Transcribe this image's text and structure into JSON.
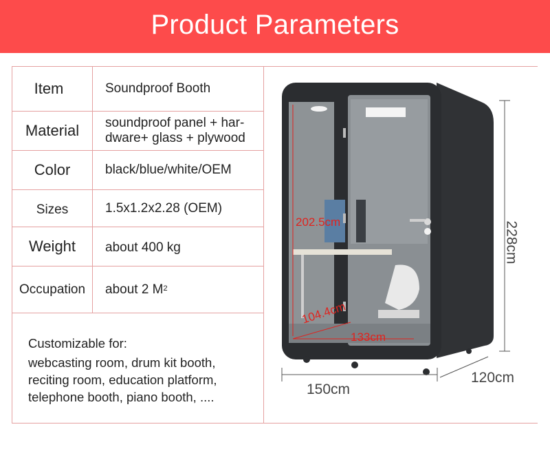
{
  "title": "Product Parameters",
  "specs": [
    {
      "label": "Item",
      "value": "Soundproof Booth"
    },
    {
      "label": "Material",
      "value_line1": "soundproof panel + har-",
      "value_line2": "dware+ glass + plywood"
    },
    {
      "label": "Color",
      "value": "black/blue/white/OEM"
    },
    {
      "label": "Sizes",
      "value": "1.5x1.2x2.28 (OEM)"
    },
    {
      "label": "Weight",
      "value": "about 400 kg"
    },
    {
      "label": "Occupation",
      "value": "about 2 M",
      "value_sup": "2"
    }
  ],
  "custom": {
    "heading": "Customizable for:",
    "line1": "webcasting room, drum kit booth,",
    "line2": "reciting room, education platform,",
    "line3": "telephone booth, piano booth, ...."
  },
  "dimensions": {
    "height": "228cm",
    "width": "150cm",
    "depth": "120cm",
    "inner_height": "202.5cm",
    "inner_width": "133cm",
    "inner_depth": "104.4cm"
  },
  "colors": {
    "banner": "#fd4b4b",
    "table_border": "#e5a0a0",
    "booth_frame": "#2b2d30",
    "booth_felt": "#8e9396",
    "dimension_red": "#e0231e"
  },
  "icons": [
    "door-lock-icon",
    "door-handle-icon",
    "ceiling-light-icon",
    "monitor-icon",
    "office-chair-icon"
  ]
}
